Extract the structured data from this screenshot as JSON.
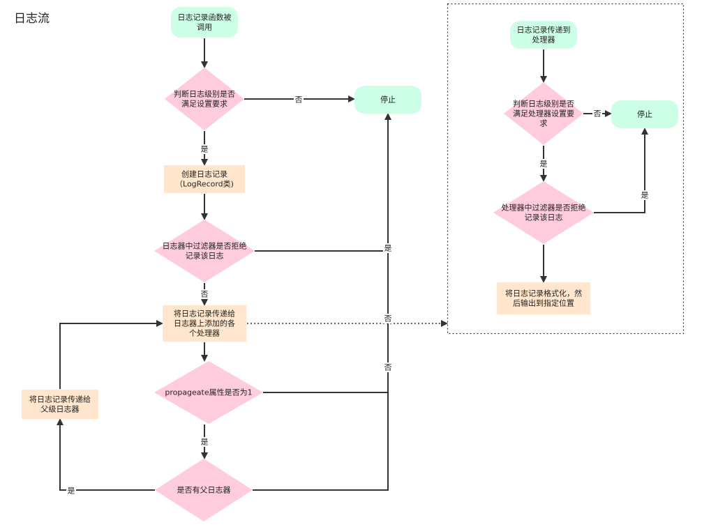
{
  "title": "日志流",
  "colors": {
    "terminal": "#ccffe6",
    "decision": "#ffccdd",
    "process": "#ffe6cc",
    "edge": "#333333"
  },
  "nodes": {
    "n_start": [
      "日志记录函数被",
      "调用"
    ],
    "n_level": [
      "判断日志级别是否",
      "满足设置要求"
    ],
    "n_stop1": [
      "停止"
    ],
    "n_create": [
      "创建日志记录",
      "（LogRecord类)"
    ],
    "n_filter": [
      "日志器中过滤器是否拒绝",
      "记录该日志"
    ],
    "n_pass": [
      "将日志记录传递给",
      "日志器上添加的各",
      "个处理器"
    ],
    "n_prop": [
      "propageate属性是否为1"
    ],
    "n_parent": [
      "是否有父日志器"
    ],
    "n_toparent": [
      "将日志记录传递给",
      "父级日志器"
    ],
    "h_start": [
      "日志记录传递到",
      "处理器"
    ],
    "h_level": [
      "判断日志级别是否",
      "满足处理器设置要",
      "求"
    ],
    "h_stop": [
      "停止"
    ],
    "h_filter": [
      "处理器中过滤器是否拒绝",
      "记录该日志"
    ],
    "h_format": [
      "将日志记录格式化，然",
      "后输出到指定位置"
    ]
  },
  "edge_labels": {
    "level_no": "否",
    "level_yes": "是",
    "filter_yes": "是",
    "filter_no": "否",
    "prop_no": "否",
    "prop_no2": "否",
    "prop_yes": "是",
    "parent_yes": "是",
    "h_level_no": "否",
    "h_level_yes": "是",
    "h_filter_yes": "是"
  }
}
